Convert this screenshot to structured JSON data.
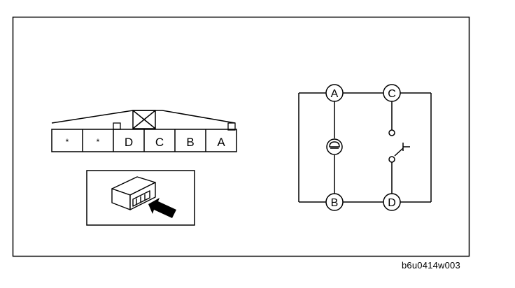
{
  "connector": {
    "pins": [
      "*",
      "*",
      "D",
      "C",
      "B",
      "A"
    ]
  },
  "circuit": {
    "terminals": {
      "a": "A",
      "b": "B",
      "c": "C",
      "d": "D"
    }
  },
  "figure_ref": "b6u0414w003"
}
